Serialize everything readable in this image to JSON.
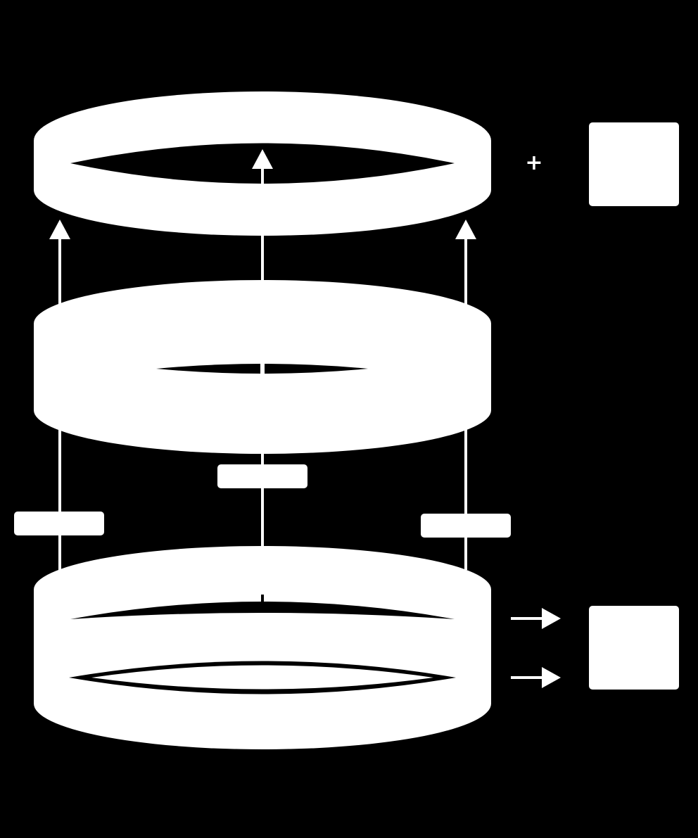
{
  "diagram": {
    "background_color": "#000000",
    "foreground_color": "#ffffff",
    "operator_symbol": "+",
    "layers": [
      {
        "name": "top-ring",
        "shape": "open-ring"
      },
      {
        "name": "middle-disk",
        "shape": "solid-disk-narrow-slit"
      },
      {
        "name": "bottom-double-ring",
        "shape": "stacked-rings"
      }
    ],
    "blank_labels": [
      "left-label",
      "center-label",
      "right-label"
    ],
    "output_boxes": [
      "top-right-box",
      "bottom-right-box"
    ]
  }
}
